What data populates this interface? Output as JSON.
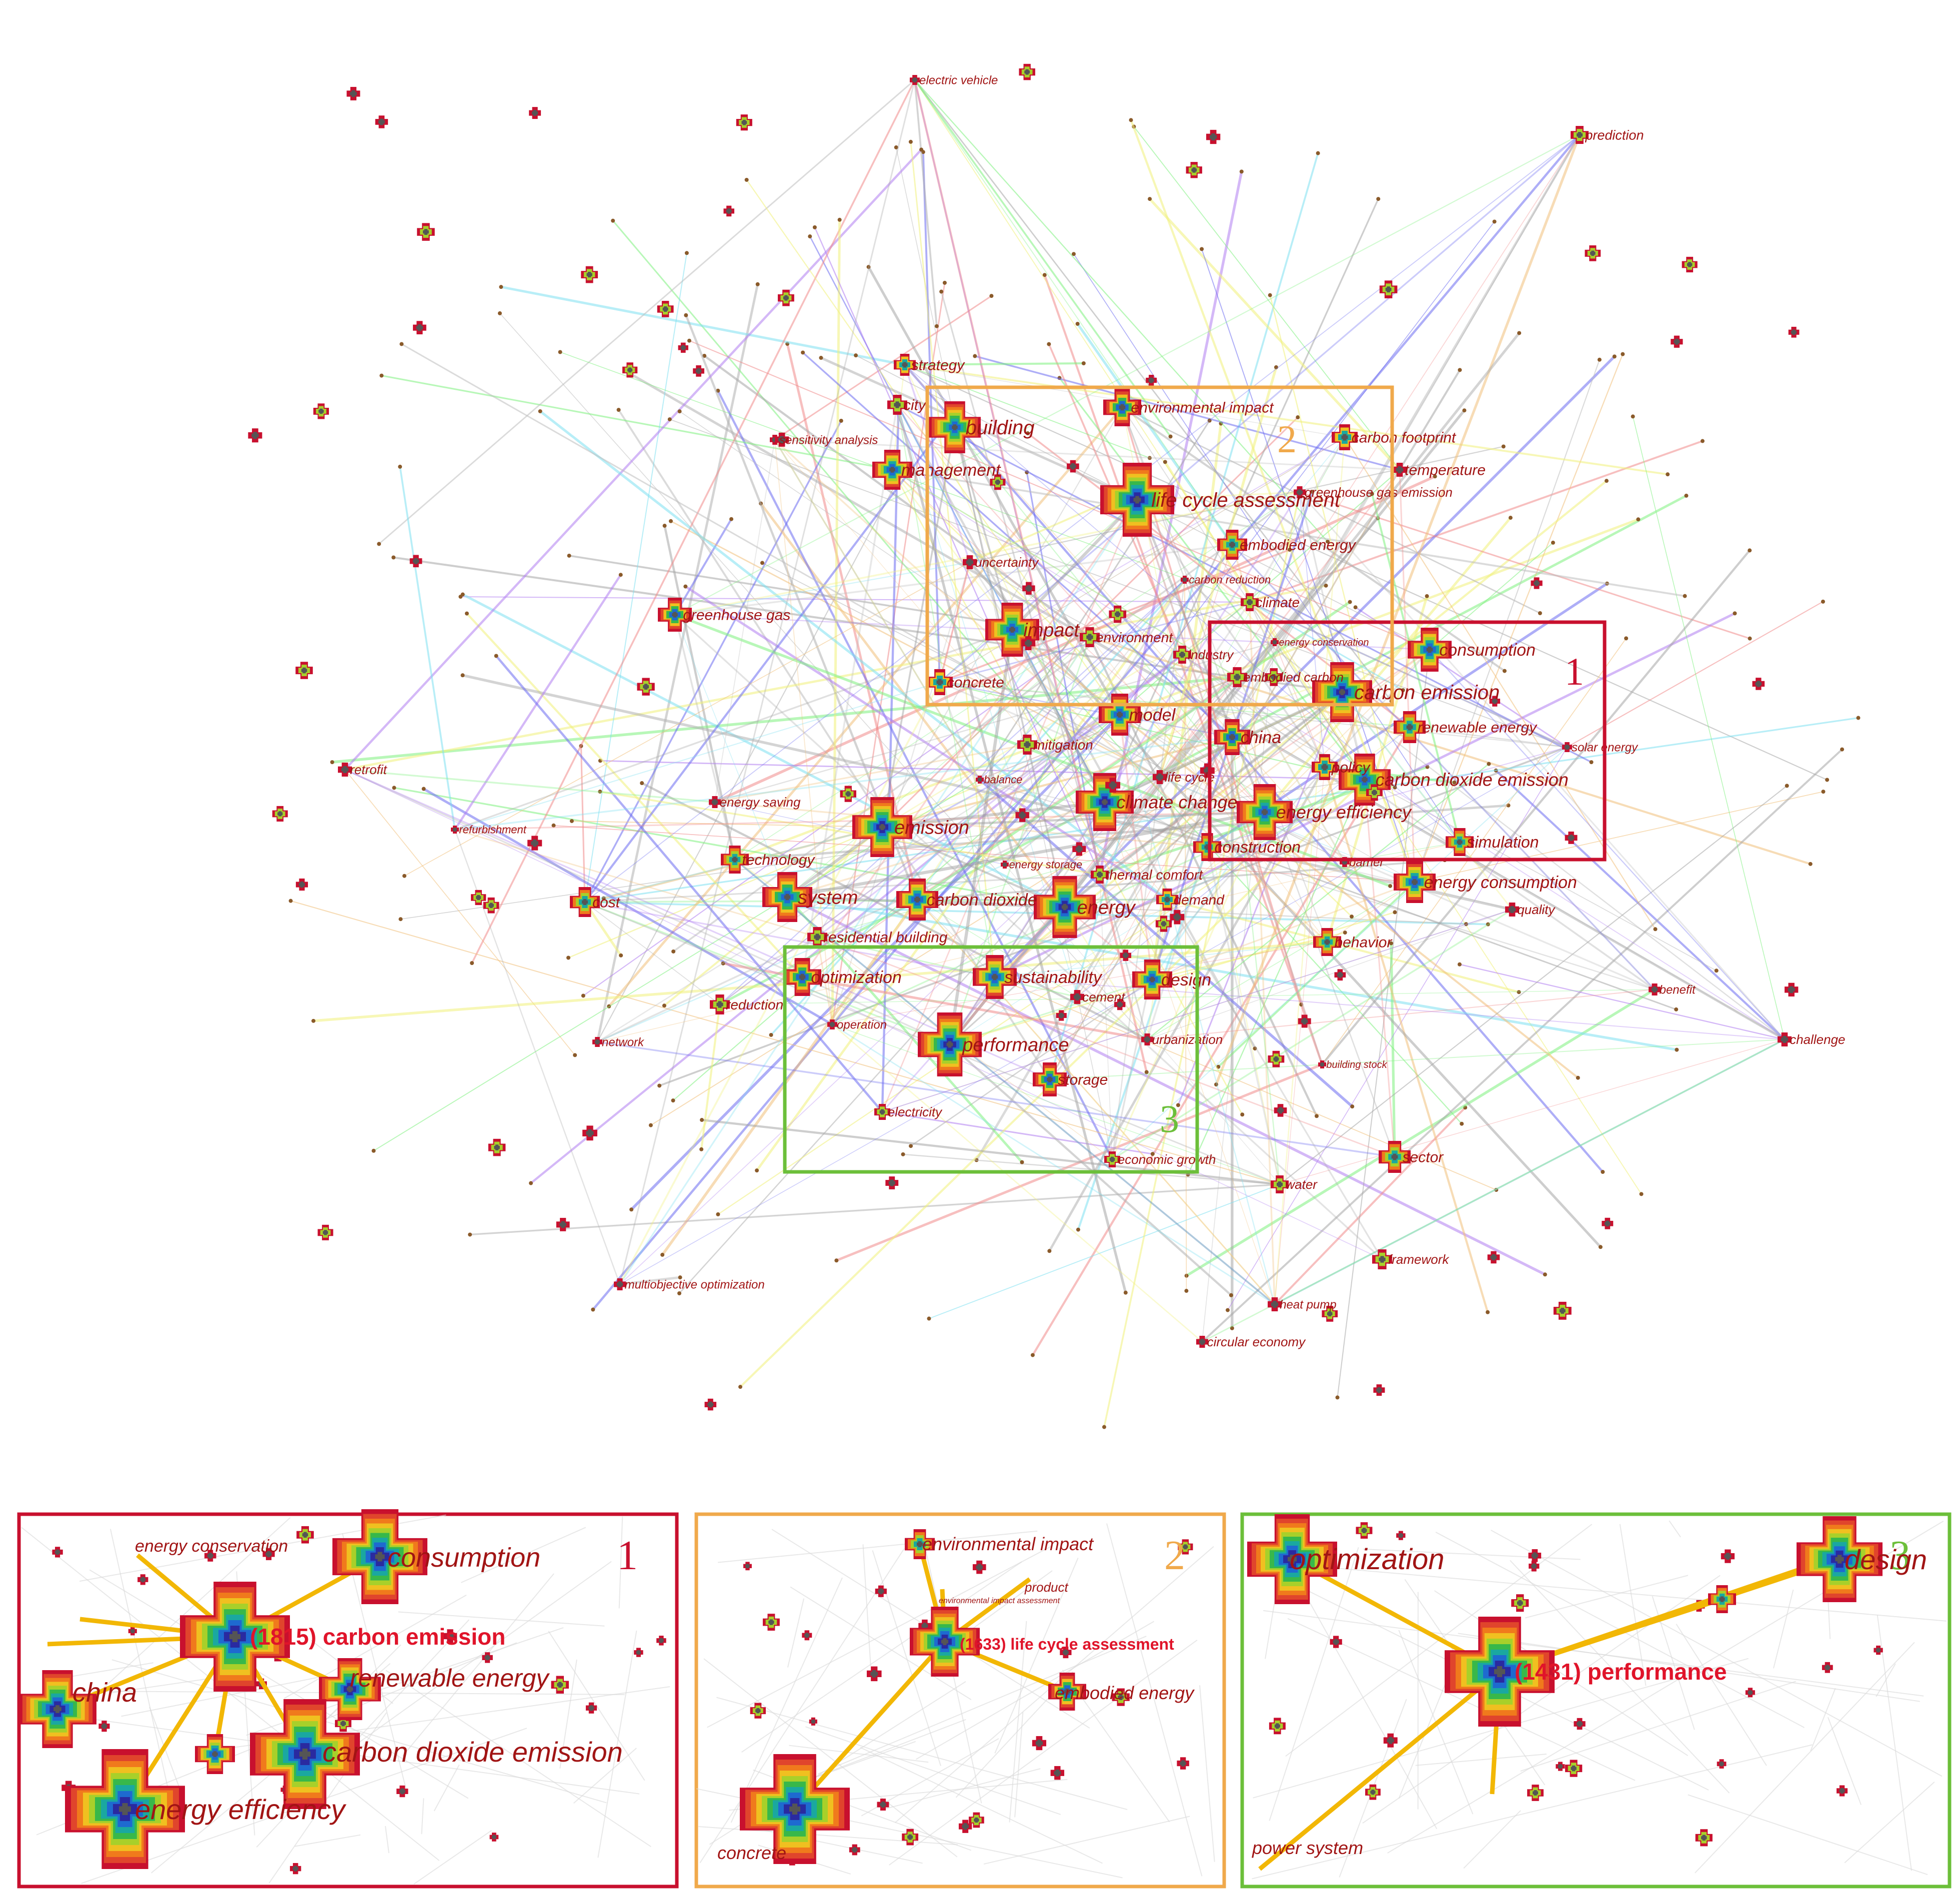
{
  "main_network": {
    "keywords": [
      "electric vehicle",
      "prediction",
      "strategy",
      "city",
      "building",
      "sensitivity analysis",
      "management",
      "environmental impact",
      "carbon footprint",
      "temperature",
      "life cycle assessment",
      "greenhouse gas emission",
      "embodied energy",
      "uncertainty",
      "carbon reduction",
      "climate",
      "greenhouse gas",
      "impact",
      "environment",
      "energy conservation",
      "consumption",
      "industry",
      "embodied carbon",
      "carbon emission",
      "concrete",
      "model",
      "renewable energy",
      "china",
      "mitigation",
      "solar energy",
      "retrofit",
      "policy",
      "life cycle",
      "carbon dioxide emission",
      "balance",
      "energy saving",
      "climate change",
      "energy efficiency",
      "refurbishment",
      "emission",
      "energy storage",
      "construction",
      "simulation",
      "technology",
      "thermal comfort",
      "barrier",
      "demand",
      "energy consumption",
      "cost",
      "system",
      "carbon dioxide",
      "energy",
      "quality",
      "residential building",
      "behavior",
      "optimization",
      "sustainability",
      "design",
      "benefit",
      "cement",
      "reduction",
      "operation",
      "performance",
      "urbanization",
      "challenge",
      "network",
      "building stock",
      "storage",
      "electricity",
      "sector",
      "economic growth",
      "water",
      "framework",
      "multiobjective optimization",
      "heat pump",
      "circular economy"
    ],
    "regions": [
      {
        "label": "1",
        "color": "#c8102e"
      },
      {
        "label": "2",
        "color": "#f0a94b"
      },
      {
        "label": "3",
        "color": "#6cbf3a"
      }
    ]
  },
  "insets": [
    {
      "number": "1",
      "color": "#c8102e",
      "highlight": "(1815) carbon emission",
      "labels": [
        "energy conservation",
        "consumption",
        "china",
        "renewable energy",
        "carbon dioxide emission",
        "energy efficiency"
      ]
    },
    {
      "number": "2",
      "color": "#f0a94b",
      "highlight": "(1633) life cycle assessment",
      "labels": [
        "environmental impact",
        "product",
        "environmental impact assessment",
        "embodied energy",
        "concrete"
      ]
    },
    {
      "number": "3",
      "color": "#6cbf3a",
      "highlight": "(1431) performance",
      "labels": [
        "optimization",
        "design",
        "power system"
      ]
    }
  ]
}
